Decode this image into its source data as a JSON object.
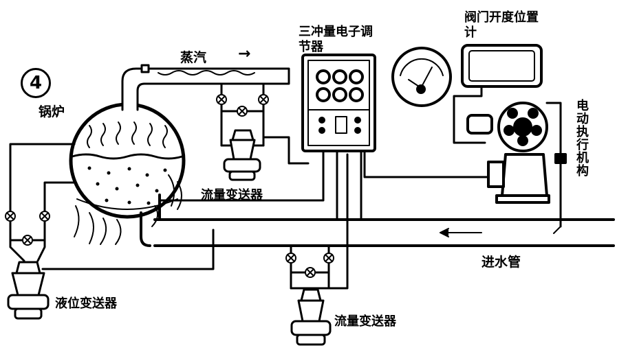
{
  "diagram": {
    "number": "4",
    "labels": {
      "boiler": "锅炉",
      "steam": "蒸汽",
      "arrow": "→",
      "controller": "三冲量电子调节器",
      "valve_position_meter": "阀门开度位置计",
      "actuator": "电动执行机构",
      "flow_transmitter_top": "流量变送器",
      "feedwater_pipe": "进水管",
      "level_transmitter": "液位变送器",
      "flow_transmitter_bottom": "流量变送器"
    }
  }
}
